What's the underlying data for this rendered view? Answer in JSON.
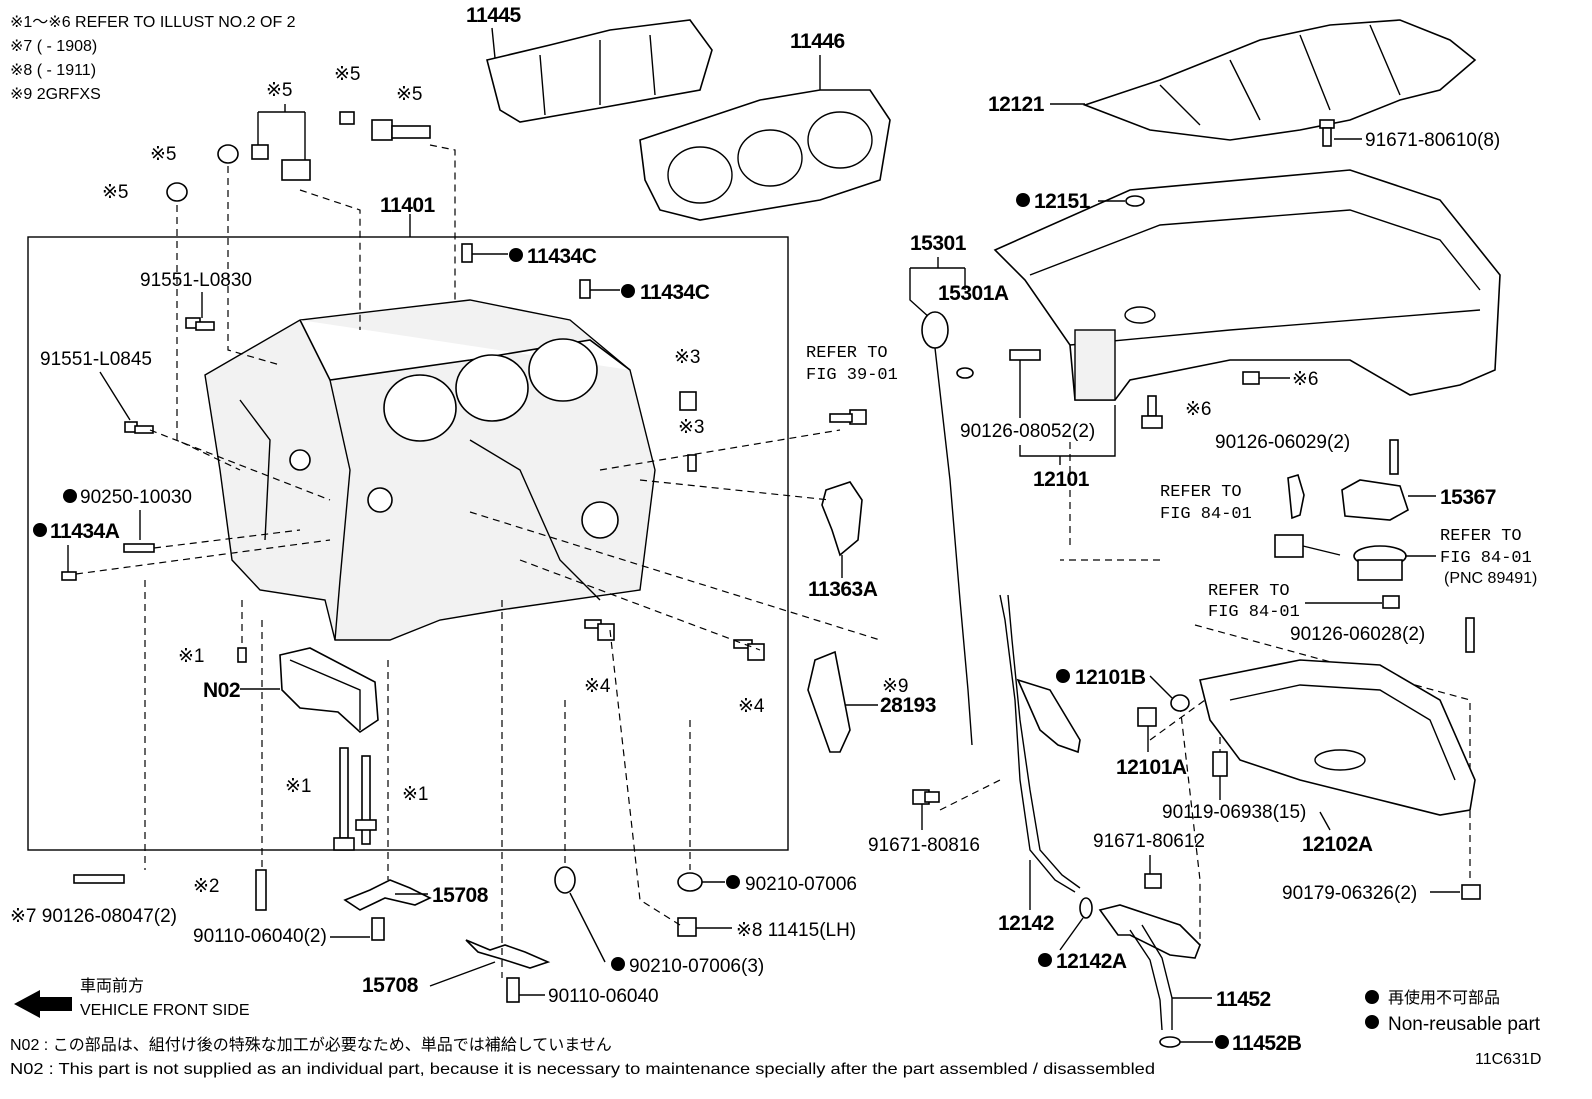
{
  "notes": {
    "line1": "※1～※6 REFER TO ILLUST NO.2 OF 2",
    "line2": "※7 (       - 1908)",
    "line3": "※8 (       - 1911)",
    "line4": "※9 2GRFXS"
  },
  "labels": {
    "p11445": "11445",
    "p11446": "11446",
    "p12121": "12121",
    "p91671_80610": "91671-80610(8)",
    "p12151": "12151",
    "p15301": "15301",
    "p15301A": "15301A",
    "p11401": "11401",
    "p11434C_a": "11434C",
    "p11434C_b": "11434C",
    "p91551_L0830": "91551-L0830",
    "p91551_L0845": "91551-L0845",
    "p90250_10030": "90250-10030",
    "p11434A": "11434A",
    "p_x5_a": "※5",
    "p_x5_b": "※5",
    "p_x5_c": "※5",
    "p_x5_d": "※5",
    "p_x3_a": "※3",
    "p_x3_b": "※3",
    "refer39_1": "REFER TO",
    "refer39_2": "FIG 39-01",
    "p11363A": "11363A",
    "p_x1_a": "※1",
    "pN02": "N02",
    "p_x4_a": "※4",
    "p_x4_b": "※4",
    "p_x9": "※9",
    "p28193": "28193",
    "p_x1_b": "※1",
    "p_x1_c": "※1",
    "p90126_08047": "※7 90126-08047(2)",
    "p_x2": "※2",
    "p15708_a": "15708",
    "p90110_06040_2": "90110-06040(2)",
    "p15708_b": "15708",
    "p90110_06040": "90110-06040",
    "p90210_07006": "90210-07006",
    "p11415": "※8 11415(LH)",
    "p90210_07006_3": "90210-07006(3)",
    "p90126_08052": "90126-08052(2)",
    "p12101": "12101",
    "p_x6_a": "※6",
    "p_x6_b": "※6",
    "p90126_06029": "90126-06029(2)",
    "refer84a_1": "REFER TO",
    "refer84a_2": "FIG 84-01",
    "p15367": "15367",
    "refer84b_1": "REFER TO",
    "refer84b_2": "FIG 84-01",
    "refer84b_3": "(PNC 89491)",
    "refer84c_1": "REFER TO",
    "refer84c_2": "FIG 84-01",
    "p90126_06028": "90126-06028(2)",
    "p12101B": "12101B",
    "p12101A": "12101A",
    "p90119_06938": "90119-06938(15)",
    "p12102A": "12102A",
    "p91671_80816": "91671-80816",
    "p91671_80612": "91671-80612",
    "p90179_06326": "90179-06326(2)",
    "p12142": "12142",
    "p12142A": "12142A",
    "p11452": "11452",
    "p11452B": "11452B"
  },
  "front": {
    "jp": "車両前方",
    "en": "VEHICLE FRONT SIDE"
  },
  "legend": {
    "jp": "再使用不可部品",
    "en": "Non-reusable part"
  },
  "footer": {
    "jp": "N02 : この部品は、組付け後の特殊な加工が必要なため、単品では補給していません",
    "en": "N02 : This part is not supplied as an individual part, because it is necessary to maintenance specially after the part assembled / disassembled"
  },
  "diagram_id": "11C631D"
}
